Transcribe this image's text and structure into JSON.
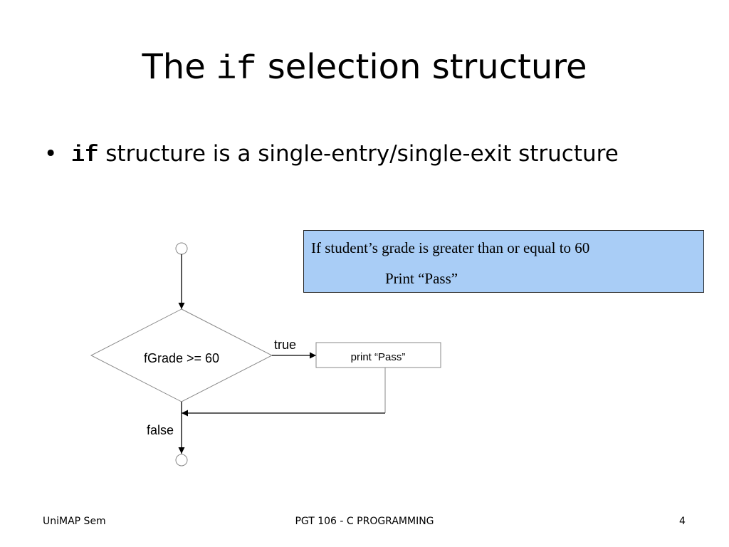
{
  "slide": {
    "title_prefix": "The",
    "title_code": "if",
    "title_suffix": "selection structure",
    "bullet_glyph": "•",
    "bullet_keyword": "if",
    "bullet_text": " structure is a single-entry/single-exit structure"
  },
  "pseudocode": {
    "line1": "If student’s grade is greater than or equal to 60",
    "line2": "Print “Pass”"
  },
  "flowchart": {
    "decision": "fGrade >= 60",
    "action": "print “Pass”",
    "true_label": "true",
    "false_label": "false"
  },
  "footer": {
    "left": "UniMAP Sem",
    "center": "PGT 106 - C PROGRAMMING",
    "page": "4"
  },
  "colors": {
    "pseudo_box_bg": "#a9cdf6"
  }
}
